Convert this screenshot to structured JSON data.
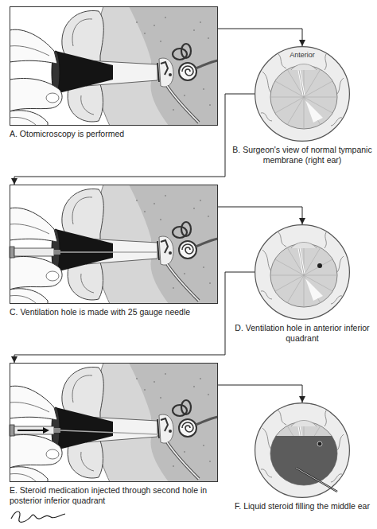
{
  "diagram": {
    "nodes": [
      {
        "text": [
          "A. Otomicroscopy is performed"
        ]
      },
      {
        "text": [
          "Anterior",
          "B. Surgeon's view of normal tympanic membrane (right ear)"
        ]
      },
      {
        "text": [
          "C. Ventilation hole is made with 25 gauge needle"
        ]
      },
      {
        "text": [
          "D. Ventilation hole in anterior inferior quadrant"
        ]
      },
      {
        "text": [
          "E. Steroid medication injected through second hole in posterior inferior quadrant"
        ]
      },
      {
        "text": [
          "F. Liquid steroid filling the middle ear"
        ]
      }
    ],
    "edges": [
      {
        "from": 0,
        "to": 1,
        "arrow": "to"
      },
      {
        "from": 1,
        "to": 2,
        "arrow": "to"
      },
      {
        "from": 2,
        "to": 3,
        "arrow": "to"
      },
      {
        "from": 3,
        "to": 4,
        "arrow": "to"
      },
      {
        "from": 4,
        "to": 5,
        "arrow": "to"
      }
    ]
  }
}
